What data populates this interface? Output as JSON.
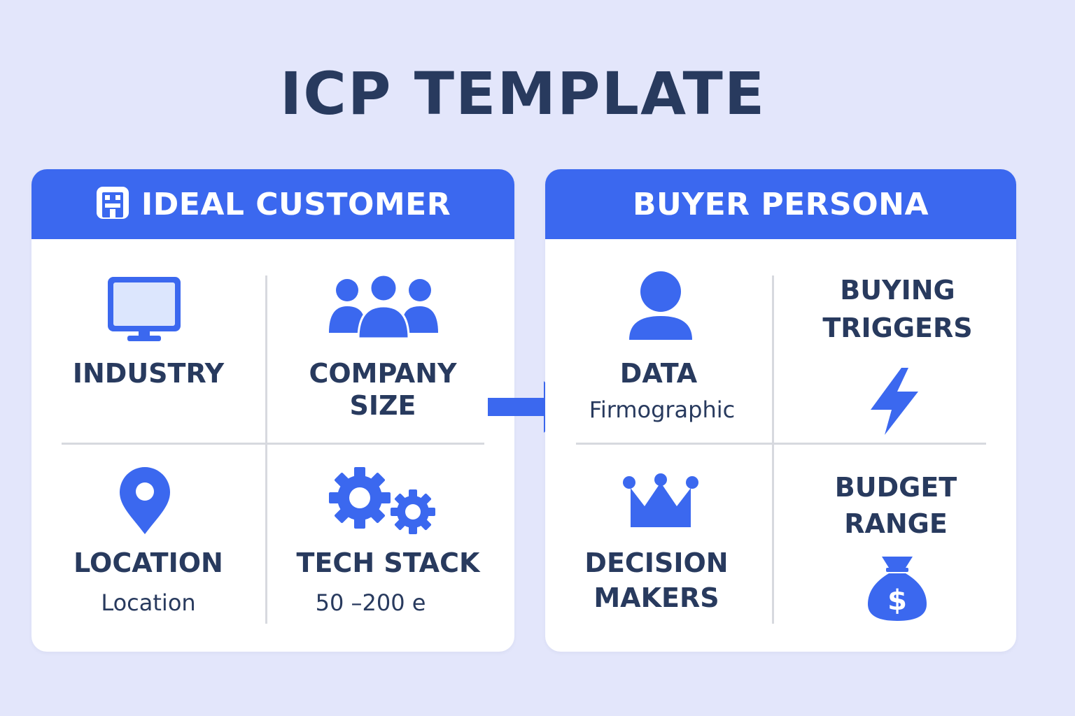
{
  "title": "ICP TEMPLATE",
  "colors": {
    "accent": "#3b68ef",
    "background": "#e3e6fb",
    "text": "#283a5e",
    "card": "#ffffff"
  },
  "ideal_customer": {
    "header": "IDEAL CUSTOMER",
    "header_icon": "building-icon",
    "cells": [
      {
        "label": "INDUSTRY",
        "icon": "monitor-icon"
      },
      {
        "label_line1": "COMPANY",
        "label_line2": "SIZE",
        "icon": "team-icon"
      },
      {
        "label": "LOCATION",
        "sub": "Location",
        "icon": "map-pin-icon"
      },
      {
        "label": "TECH STACK",
        "sub": "50 –200 e",
        "icon": "gears-icon"
      }
    ]
  },
  "buyer_persona": {
    "header": "BUYER PERSONA",
    "cells": [
      {
        "label": "DATA",
        "sub": "Firmographic",
        "icon": "person-icon"
      },
      {
        "label_line1": "BUYING",
        "label_line2": "TRIGGERS",
        "icon": "lightning-icon"
      },
      {
        "label_line1": "DECISION",
        "label_line2": "MAKERS",
        "icon": "crown-icon"
      },
      {
        "label_line1": "BUDGET",
        "label_line2": "RANGE",
        "icon": "money-bag-icon"
      }
    ]
  },
  "connector_icon": "arrow-right-icon"
}
